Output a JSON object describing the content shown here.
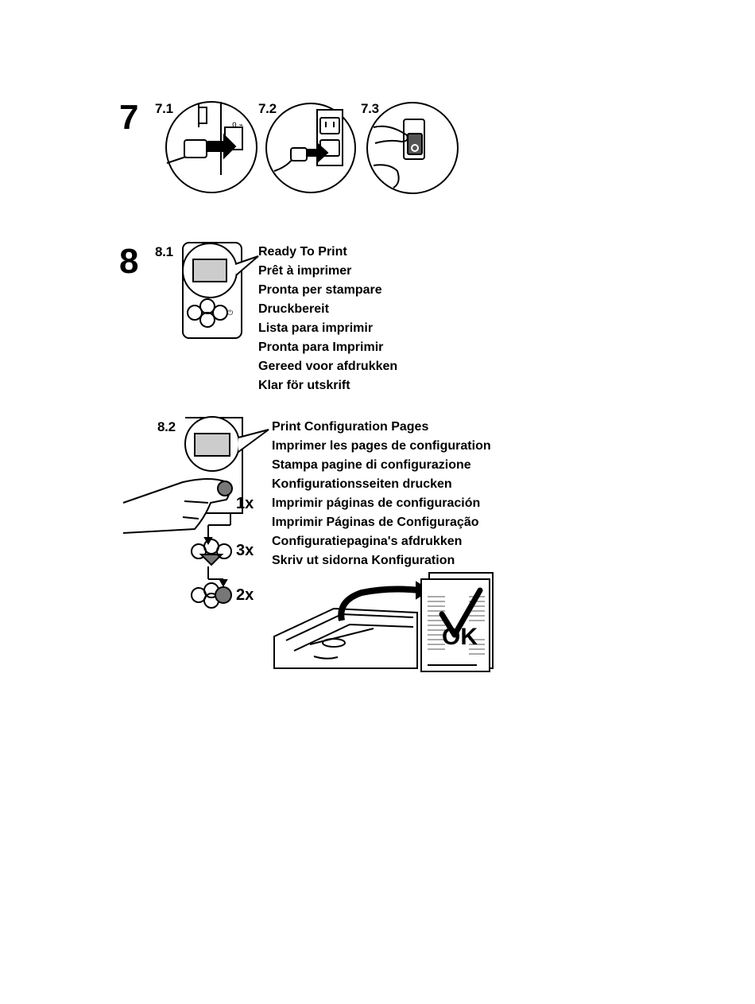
{
  "step7": {
    "number": "7",
    "panels": [
      {
        "label": "7.1"
      },
      {
        "label": "7.2"
      },
      {
        "label": "7.3"
      }
    ]
  },
  "step8": {
    "number": "8",
    "panel1": {
      "label": "8.1",
      "messages": [
        "Ready To Print",
        "Prêt à imprimer",
        "Pronta per stampare",
        "Druckbereit",
        "Lista para imprimir",
        "Pronta para Imprimir",
        "Gereed voor afdrukken",
        "Klar för utskrift"
      ]
    },
    "panel2": {
      "label": "8.2",
      "messages": [
        "Print Configuration Pages",
        "Imprimer les pages de configuration",
        "Stampa pagine di configurazione",
        "Konfigurationsseiten drucken",
        "Imprimir páginas de configuración",
        "Imprimir Páginas de Configuração",
        "Configuratiepagina's afdrukken",
        "Skriv ut sidorna Konfiguration"
      ],
      "press_counts": [
        "1x",
        "3x",
        "2x"
      ],
      "result_text": "OK"
    }
  }
}
